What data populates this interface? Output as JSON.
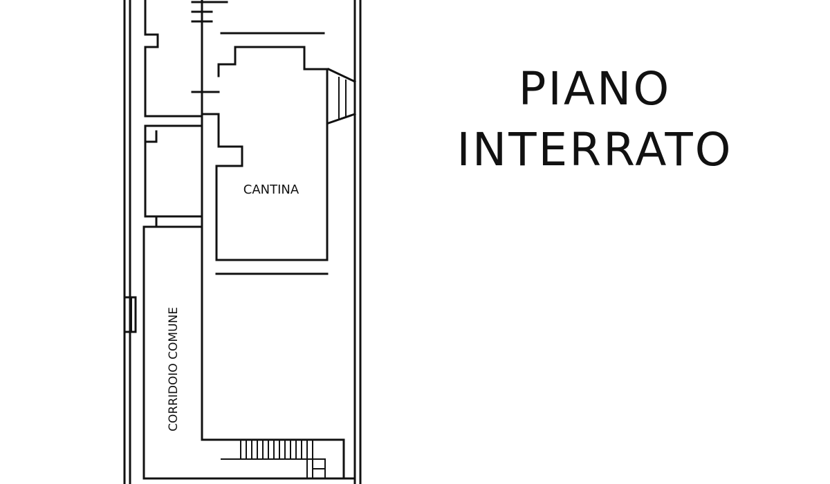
{
  "title": {
    "line1": "PIANO",
    "line2": "INTERRATO"
  },
  "rooms": {
    "cantina": "CANTINA",
    "corridoio": "CORRIDOIO COMUNE"
  },
  "colors": {
    "line": "#111111",
    "background": "#ffffff"
  }
}
